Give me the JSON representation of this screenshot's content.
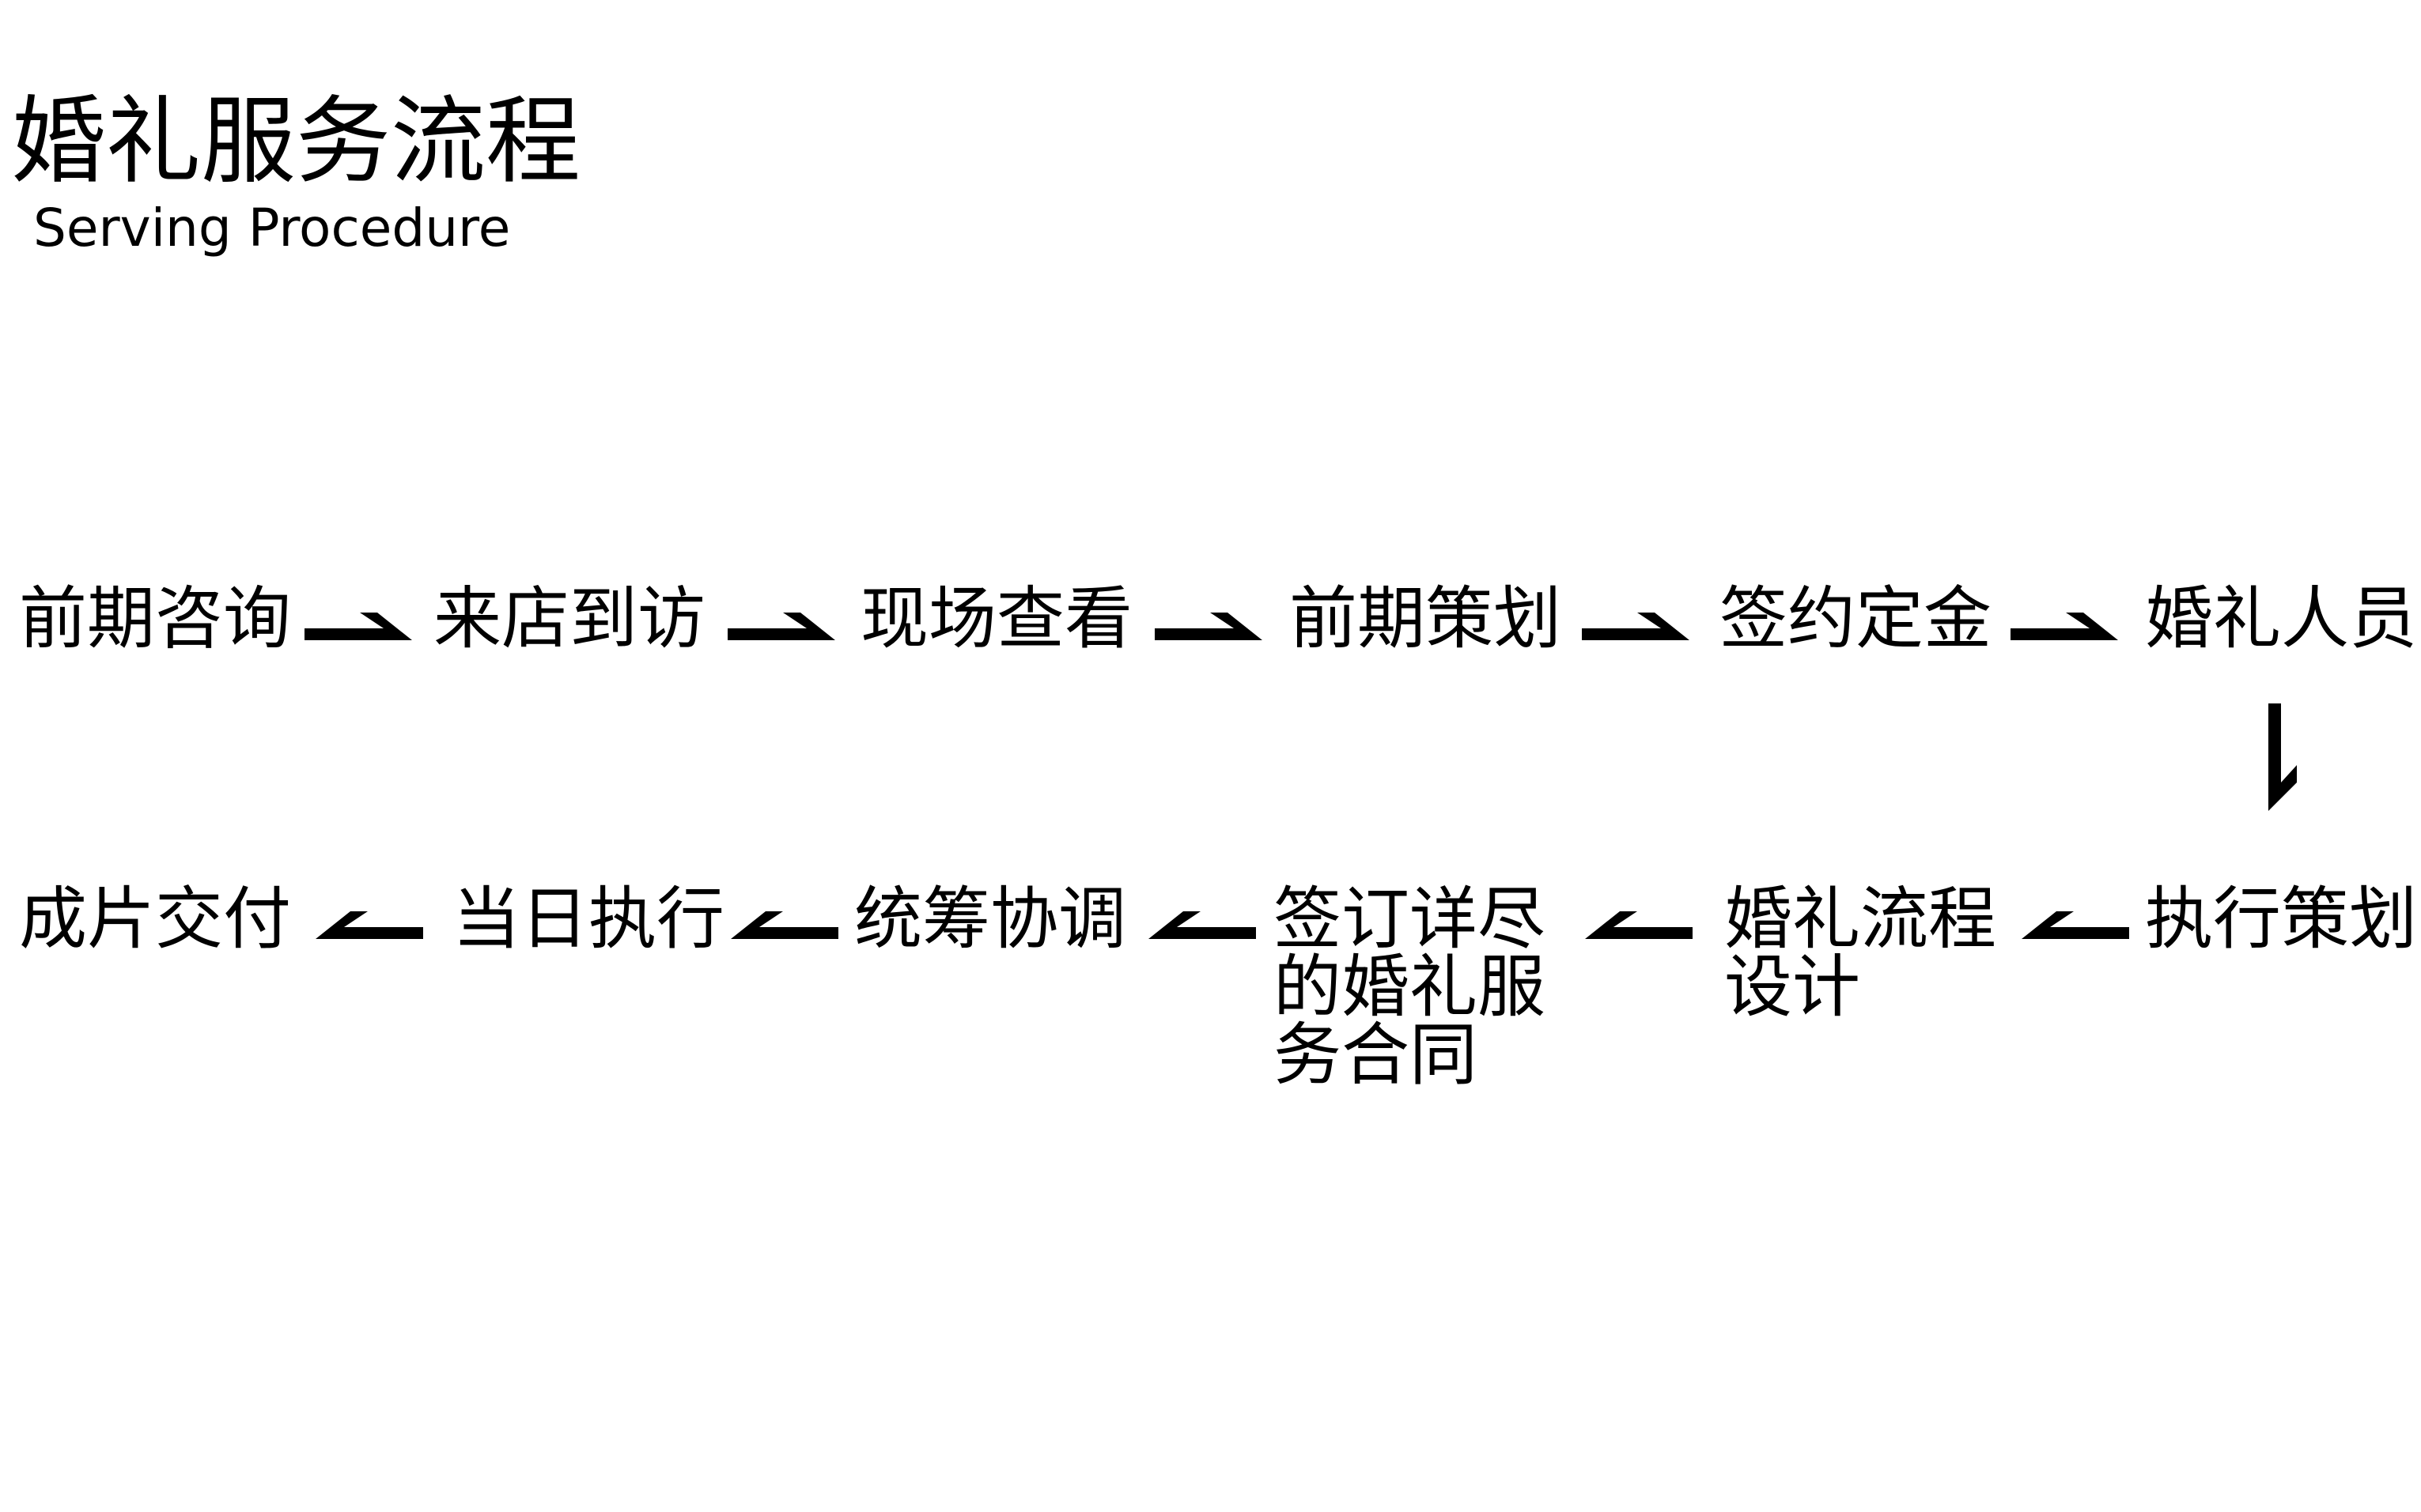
{
  "header": {
    "title": "婚礼服务流程",
    "subtitle": "Serving Procedure"
  },
  "flow": {
    "row1": [
      "前期咨询",
      "来店到访",
      "现场查看",
      "前期策划",
      "签约定金",
      "婚礼人员"
    ],
    "row2": [
      "执行策划",
      "婚礼流程设计",
      "签订详尽的婚礼服务合同",
      "统筹协调",
      "当日执行",
      "成片交付"
    ]
  },
  "colors": {
    "text": "#000000",
    "background": "#ffffff"
  }
}
